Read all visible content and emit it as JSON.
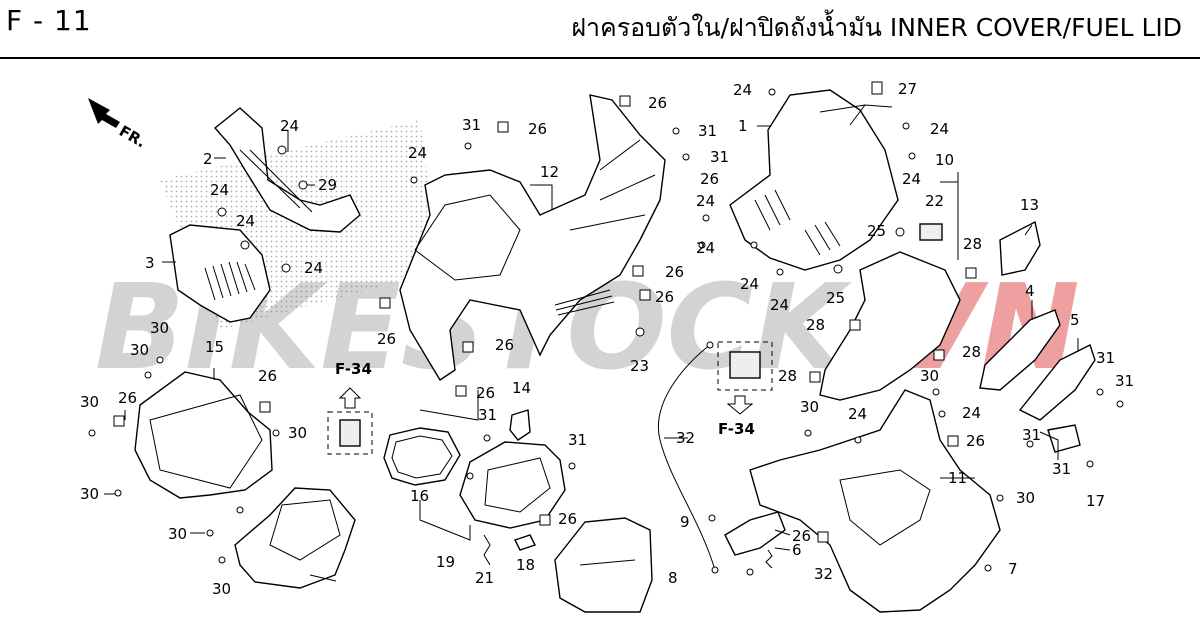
{
  "header": {
    "page_code": "F - 11",
    "title": "ฝาครอบตัวใน/ฝาปิดถังน้ำมัน  INNER COVER/FUEL LID"
  },
  "watermark": {
    "part1": "BIKESTOCK",
    "part2": ".VN",
    "color_main": "#9e9e9e",
    "color_accent": "#e05050"
  },
  "direction": {
    "label": "FR."
  },
  "references": {
    "ref_top": "F-34",
    "ref_bottom": "F-34"
  },
  "callouts": [
    "24",
    "2",
    "29",
    "24",
    "24",
    "3",
    "24",
    "30",
    "30",
    "15",
    "26",
    "26",
    "30",
    "30",
    "30",
    "30",
    "30",
    "31",
    "26",
    "24",
    "12",
    "26",
    "31",
    "31",
    "26",
    "24",
    "24",
    "26",
    "26",
    "26",
    "26",
    "23",
    "26",
    "14",
    "31",
    "31",
    "26",
    "24",
    "27",
    "1",
    "24",
    "24",
    "10",
    "22",
    "25",
    "28",
    "24",
    "24",
    "25",
    "28",
    "28",
    "28",
    "13",
    "4",
    "5",
    "31",
    "31",
    "31",
    "30",
    "24",
    "24",
    "26",
    "11",
    "30",
    "30",
    "7",
    "31",
    "17",
    "16",
    "19",
    "21",
    "18",
    "8",
    "32",
    "9",
    "6",
    "26",
    "32"
  ]
}
